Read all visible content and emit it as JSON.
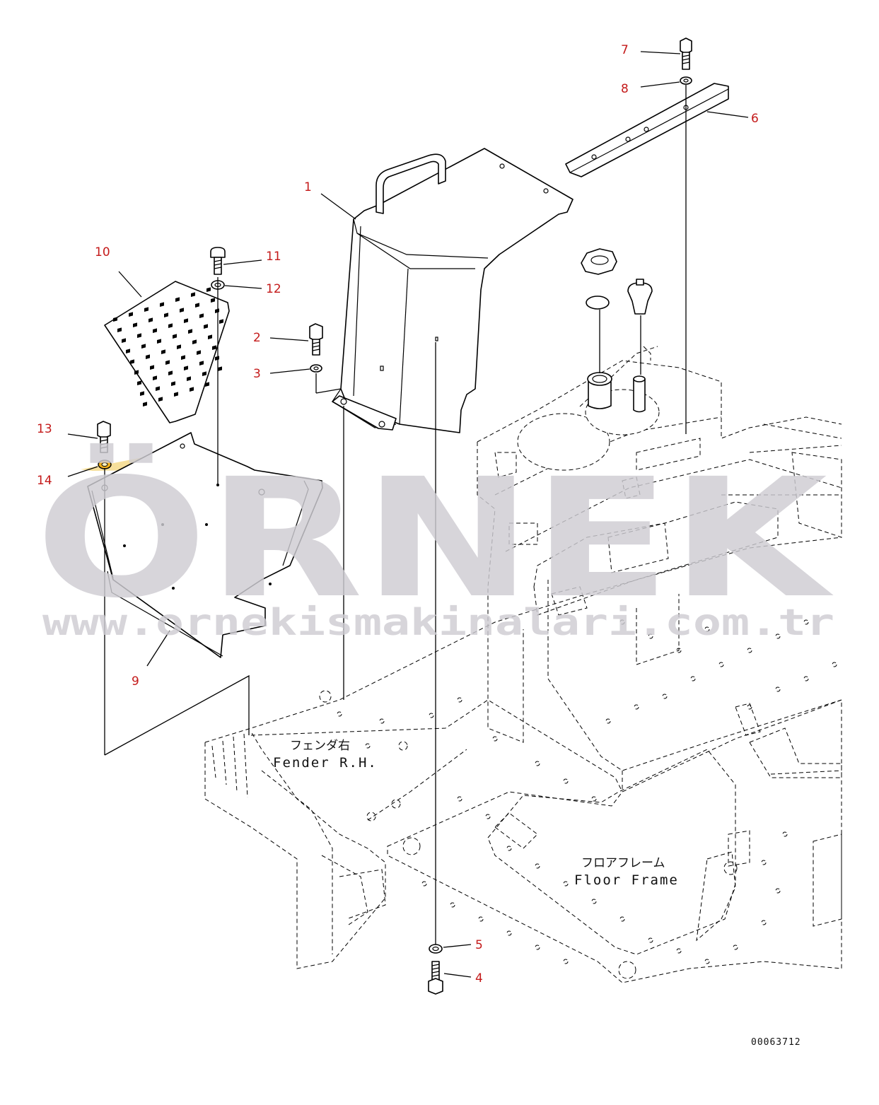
{
  "watermark": {
    "brand": "ÖRNEK",
    "url": "www.ornekismakinalari.com.tr",
    "color": "#cfcdd3"
  },
  "labels": {
    "fender_jp": "フェンダ右",
    "fender_en": "Fender R.H.",
    "floor_jp": "フロアフレーム",
    "floor_en": "Floor Frame"
  },
  "drawing_number": "00063712",
  "callouts": [
    {
      "id": "1",
      "text": "1"
    },
    {
      "id": "2",
      "text": "2"
    },
    {
      "id": "3",
      "text": "3"
    },
    {
      "id": "4",
      "text": "4"
    },
    {
      "id": "5",
      "text": "5"
    },
    {
      "id": "6",
      "text": "6"
    },
    {
      "id": "7",
      "text": "7"
    },
    {
      "id": "8",
      "text": "8"
    },
    {
      "id": "9",
      "text": "9"
    },
    {
      "id": "10",
      "text": "10"
    },
    {
      "id": "11",
      "text": "11"
    },
    {
      "id": "12",
      "text": "12"
    },
    {
      "id": "13",
      "text": "13"
    },
    {
      "id": "14",
      "text": "14"
    }
  ],
  "highlight": {
    "part": "14",
    "color": "#f5d98a"
  },
  "callout_color": "#c41a1a"
}
